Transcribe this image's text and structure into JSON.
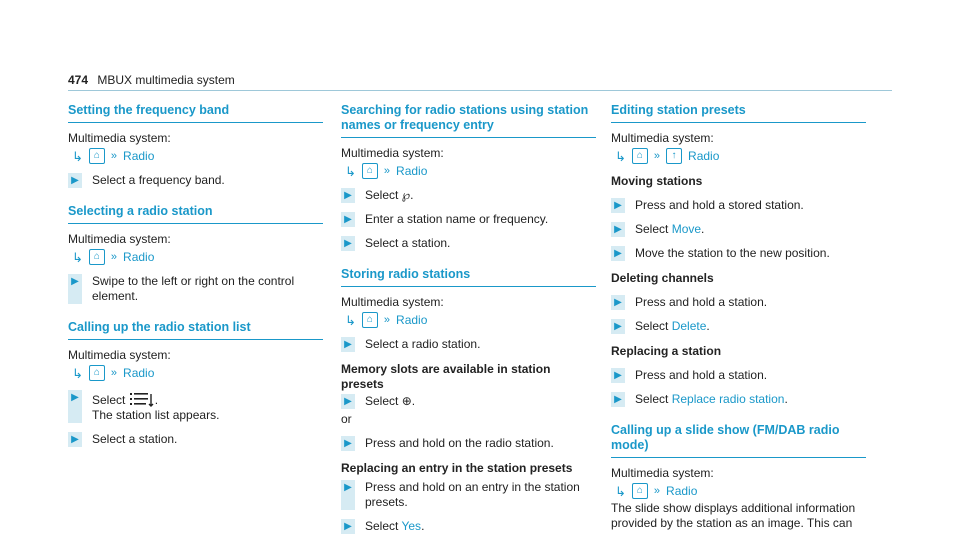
{
  "header": {
    "page_number": "474",
    "title": "MBUX multimedia system"
  },
  "common": {
    "multimedia_system": "Multimedia system:",
    "radio": "Radio",
    "or": "or"
  },
  "col1": {
    "freq": {
      "title": "Setting the frequency band",
      "step1": "Select a frequency band."
    },
    "select_station": {
      "title": "Selecting a radio station",
      "step1": "Swipe to the left or right on the control element."
    },
    "station_list": {
      "title": "Calling up the radio station list",
      "step1_pre": "Select",
      "step1_post": ".",
      "step1_note": "The station list appears.",
      "step2": "Select a station."
    }
  },
  "col2": {
    "search": {
      "title": "Searching for radio stations using station names or frequency entry",
      "step1_pre": "Select",
      "step1_icon": "℘",
      "step1_post": ".",
      "step2": "Enter a station name or frequency.",
      "step3": "Select a station."
    },
    "storing": {
      "title": "Storing radio stations",
      "step1": "Select a radio station.",
      "sub1": "Memory slots are available in station presets",
      "step2_pre": "Select",
      "step2_icon": "⊕",
      "step2_post": ".",
      "step3": "Press and hold on the radio station.",
      "sub2": "Replacing an entry in the station presets",
      "step4": "Press and hold on an entry in the station presets.",
      "step5_pre": "Select",
      "step5_link": "Yes",
      "step5_post": "."
    }
  },
  "col3": {
    "editing": {
      "title": "Editing station presets",
      "sub1": "Moving stations",
      "step1": "Press and hold a stored station.",
      "step2_pre": "Select",
      "step2_link": "Move",
      "step2_post": ".",
      "step3": "Move the station to the new position.",
      "sub2": "Deleting channels",
      "step4": "Press and hold a station.",
      "step5_pre": "Select",
      "step5_link": "Delete",
      "step5_post": ".",
      "sub3": "Replacing a station",
      "step6": "Press and hold a station.",
      "step7_pre": "Select",
      "step7_link": "Replace radio station",
      "step7_post": "."
    },
    "slideshow": {
      "title": "Calling up a slide show (FM/DAB radio mode)",
      "body": "The slide show displays additional information provided by the station as an image. This can"
    }
  }
}
